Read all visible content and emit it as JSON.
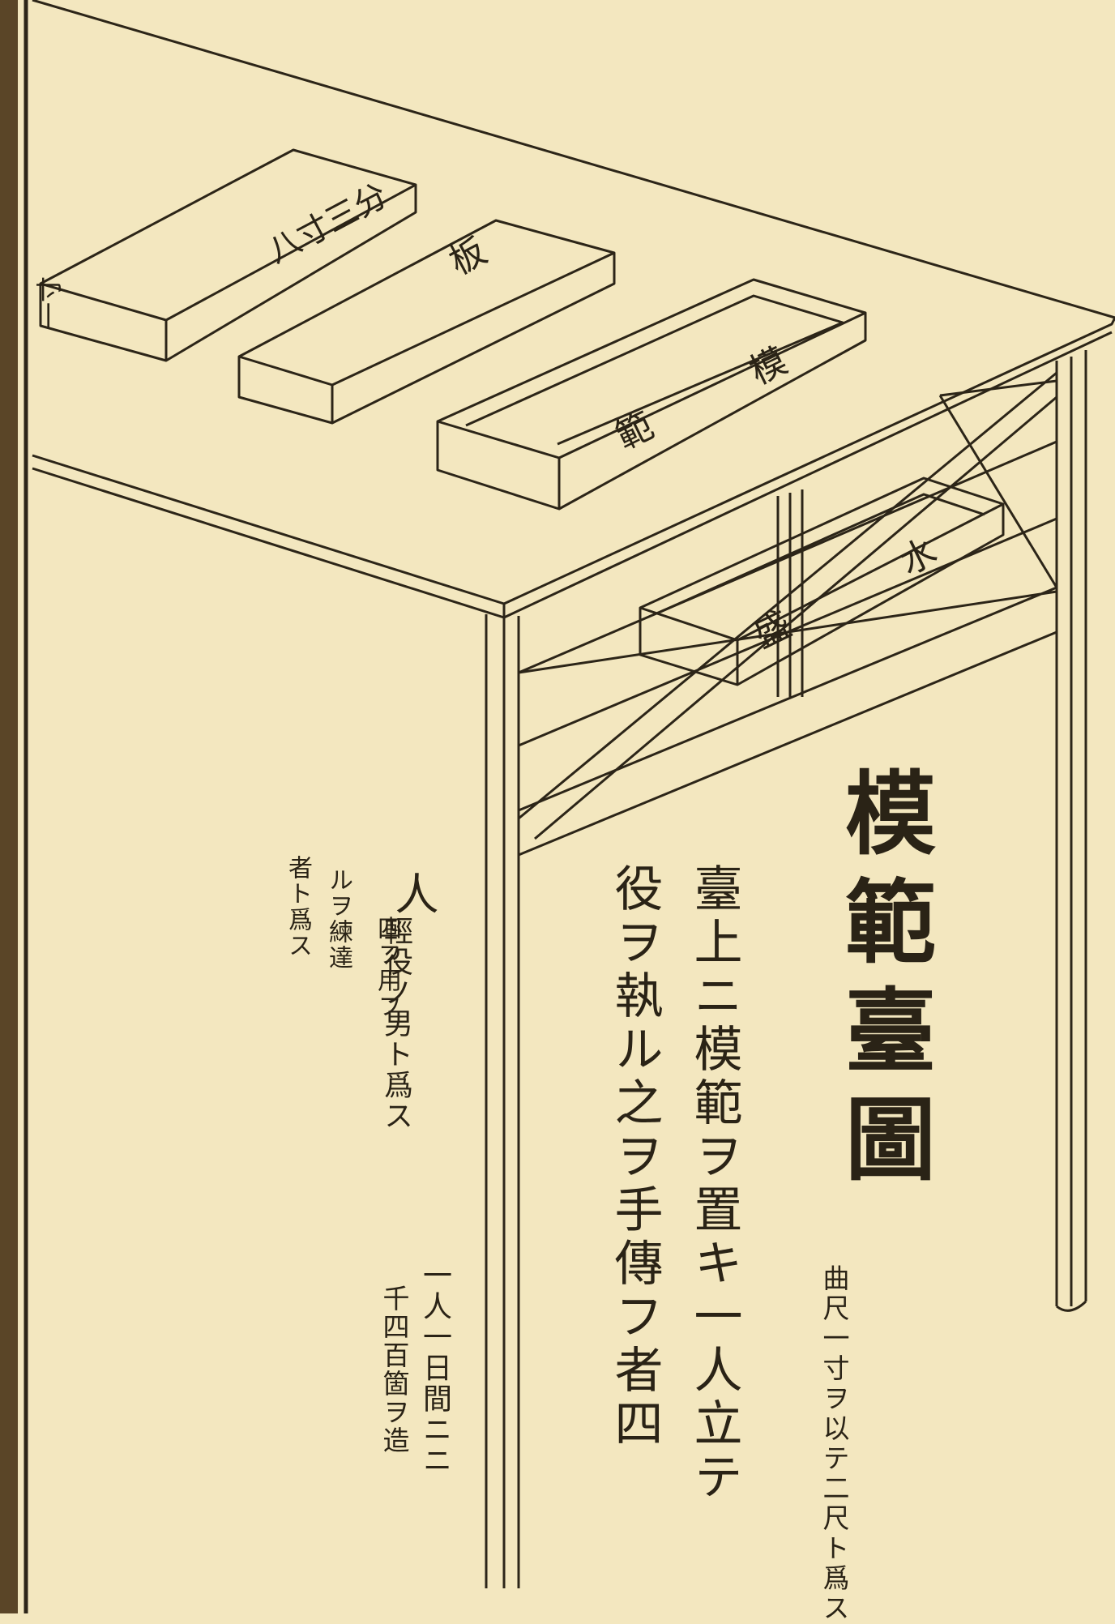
{
  "title": "模範臺圖",
  "scale_note": "曲尺一寸ヲ以テ二尺ト爲ス",
  "description": {
    "line1": "臺上ニ模範ヲ置キ一人立テ",
    "line2": "役ヲ執ル之ヲ手傳フ者四"
  },
  "notes": {
    "char": "人",
    "line1": "輕役ノ男ト爲ス",
    "line2": "一人一日間ニニ",
    "line3": "千四百箇ヲ造",
    "line4": "四フ用フ",
    "line5": "ルヲ練達",
    "line6": "者ト爲ス"
  },
  "box_labels": {
    "box1_top": "八寸三分",
    "box1_end": "一寸",
    "box2": "板",
    "box3_a": "模",
    "box3_b": "範",
    "box4_a": "水",
    "box4_b": "盛"
  }
}
